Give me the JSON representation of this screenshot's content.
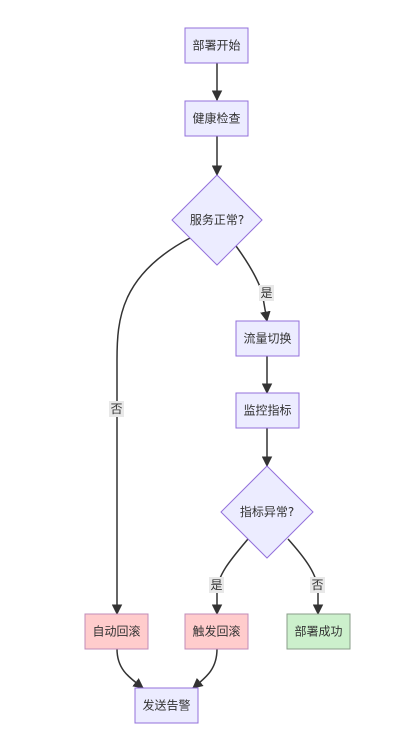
{
  "colors": {
    "process_fill": "#ececff",
    "process_stroke": "#9370db",
    "rollback_fill": "#ffcccc",
    "rollback_stroke": "#c08bb8",
    "success_fill": "#ccf0cc",
    "success_stroke": "#8a9c8a",
    "edge": "#333333",
    "label_bg": "#e8e8e8"
  },
  "nodes": {
    "deploy_start": "部署开始",
    "health_check": "健康检查",
    "service_ok": "服务正常?",
    "traffic_switch": "流量切换",
    "monitor_metrics": "监控指标",
    "metrics_abnormal": "指标异常?",
    "auto_rollback": "自动回滚",
    "trigger_rollback": "触发回滚",
    "deploy_success": "部署成功",
    "send_alert": "发送告警"
  },
  "edge_labels": {
    "service_ok_yes": "是",
    "service_ok_no": "否",
    "metrics_abnormal_yes": "是",
    "metrics_abnormal_no": "否"
  }
}
